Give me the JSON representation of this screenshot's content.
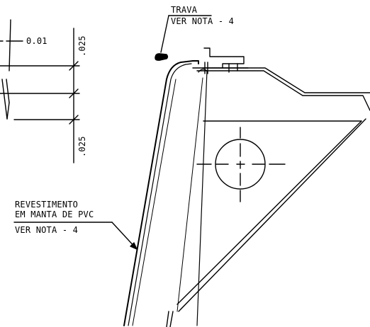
{
  "annotations": {
    "trava_title": "TRAVA",
    "trava_ref": "VER NOTA - 4",
    "revestimento_line1": "REVESTIMENTO",
    "revestimento_line2": "EM MANTA DE PVC",
    "revestimento_ref": "VER NOTA - 4"
  },
  "dimensions": {
    "horizontal": "0.01",
    "vertical_top": ".025",
    "vertical_bottom": ".025"
  },
  "colors": {
    "line": "#000000",
    "background": "#ffffff"
  }
}
